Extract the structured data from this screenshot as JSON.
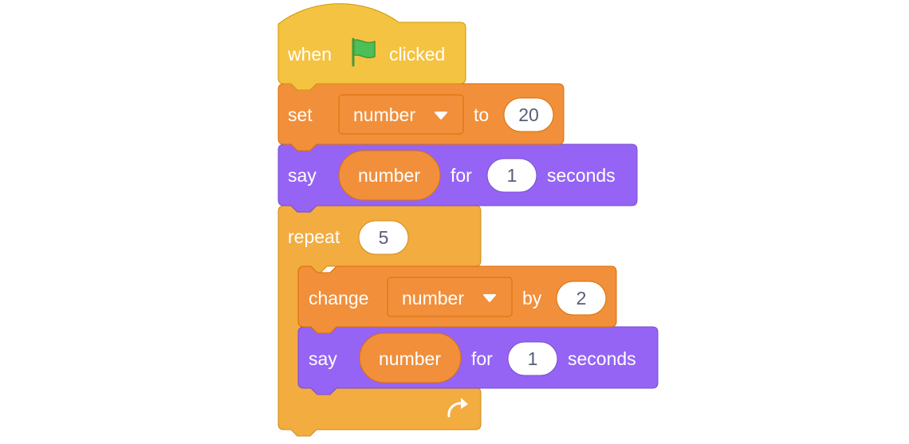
{
  "colors": {
    "events": "#ffbf00",
    "events_fill": "#f5c342",
    "events_stroke": "#cc9900",
    "variables": "#ff8c1a",
    "variables_fill": "#f18f3b",
    "variables_stroke": "#db6e00",
    "looks": "#9966ff",
    "looks_fill": "#9564f5",
    "looks_stroke": "#774dcb",
    "control": "#ffab19",
    "control_fill": "#f2ac40",
    "control_stroke": "#cf8b17",
    "input_bg": "#ffffff",
    "input_text": "#575e75",
    "flag": "#4cbf56"
  },
  "script": {
    "hat": {
      "when_label": "when",
      "flag_icon": "green-flag-icon",
      "clicked_label": "clicked"
    },
    "set_block": {
      "label": "set",
      "variable": "number",
      "to_label": "to",
      "value": "20"
    },
    "say_block_1": {
      "label": "say",
      "reporter": "number",
      "for_label": "for",
      "secs": "1",
      "seconds_label": "seconds"
    },
    "repeat_block": {
      "label": "repeat",
      "times": "5",
      "loop_icon": "loop-arrow-icon"
    },
    "change_block": {
      "label": "change",
      "variable": "number",
      "by_label": "by",
      "value": "2"
    },
    "say_block_2": {
      "label": "say",
      "reporter": "number",
      "for_label": "for",
      "secs": "1",
      "seconds_label": "seconds"
    }
  }
}
